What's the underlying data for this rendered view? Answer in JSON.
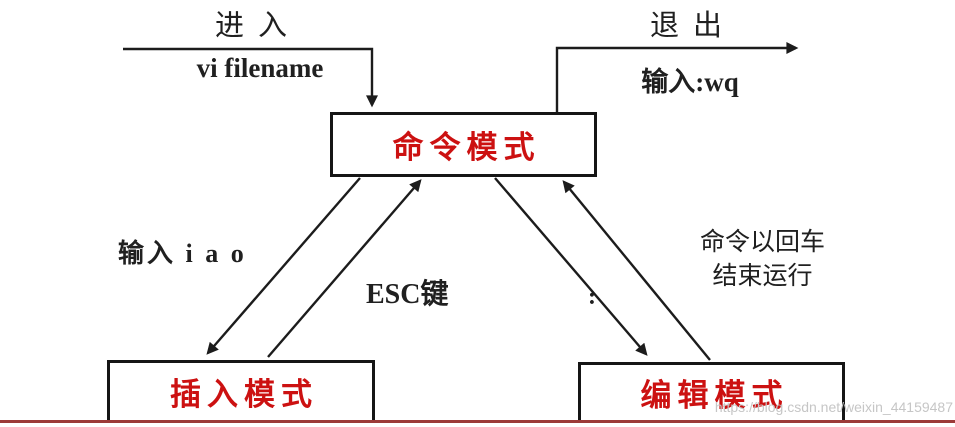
{
  "diagram": {
    "nodes": {
      "command_mode": {
        "label": "命令模式"
      },
      "insert_mode": {
        "label": "插入模式"
      },
      "edit_mode": {
        "label": "编辑模式"
      }
    },
    "edges": {
      "enter": {
        "title": "进入",
        "command": "vi filename"
      },
      "quit": {
        "title": "退出",
        "command": "输入:wq"
      },
      "command_to_insert": {
        "label": "输入 i a o"
      },
      "insert_to_command": {
        "label": "ESC键"
      },
      "command_to_edit": {
        "label": ":"
      },
      "edit_to_command": {
        "label_line1": "命令以回车",
        "label_line2": "结束运行"
      }
    },
    "watermark": "https://blog.csdn.net/weixin_44159487",
    "colors": {
      "node_text": "#cc1111",
      "line_stroke": "#1c1c1c",
      "bottom_rule": "#9c3a38",
      "watermark_text": "#c6c6c6"
    }
  }
}
